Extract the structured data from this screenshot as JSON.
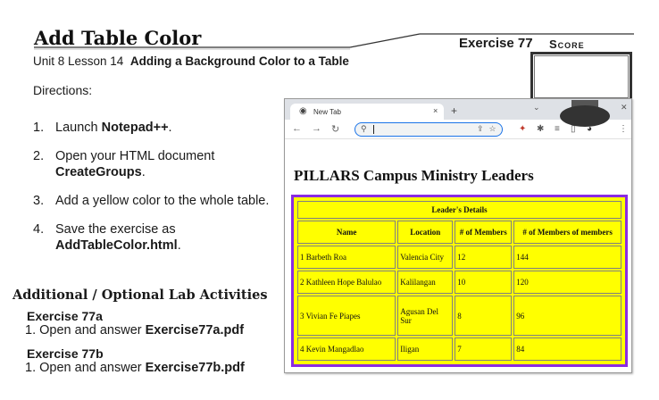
{
  "header": {
    "title": "Add Table Color",
    "exercise": "Exercise 77",
    "score": "Score",
    "unit_lesson": "Unit 8 Lesson 14",
    "lesson_title": "Adding a Background Color to a Table"
  },
  "directions_label": "Directions:",
  "steps": [
    {
      "num": "1.",
      "text": "Launch ",
      "bold": "Notepad++",
      "after": "."
    },
    {
      "num": "2.",
      "text": "Open your HTML document ",
      "bold": "CreateGroups",
      "after": "."
    },
    {
      "num": "3.",
      "text": "Add a yellow color to the whole table.",
      "bold": "",
      "after": ""
    },
    {
      "num": "4.",
      "text": "Save the exercise as ",
      "bold": "AddTableColor.html",
      "after": "."
    }
  ],
  "additional": {
    "heading": "Additional / Optional Lab Activities",
    "items": [
      {
        "title": "Exercise 77a",
        "num": "1.",
        "text": "Open and answer ",
        "file": "Exercise77a.pdf"
      },
      {
        "title": "Exercise 77b",
        "num": "1.",
        "text": "Open and answer ",
        "file": "Exercise77b.pdf"
      }
    ]
  },
  "browser": {
    "tab_label": "New Tab",
    "tab_close": "×",
    "new_tab": "+",
    "page_heading": "PILLARS Campus Ministry Leaders",
    "table": {
      "caption": "Leader's Details",
      "headers": [
        "Name",
        "Location",
        "# of Members",
        "# of Members of members"
      ],
      "rows": [
        [
          "1 Barbeth Roa",
          "Valencia City",
          "12",
          "144"
        ],
        [
          "2 Kathleen Hope Balulao",
          "Kalilangan",
          "10",
          "120"
        ],
        [
          "3 Vivian Fe Piapes",
          "Agusan Del Sur",
          "8",
          "96"
        ],
        [
          "4 Kevin Mangadlao",
          "Iligan",
          "7",
          "84"
        ]
      ],
      "background_color": "#ffff00",
      "border_color": "#8a2be2"
    }
  }
}
